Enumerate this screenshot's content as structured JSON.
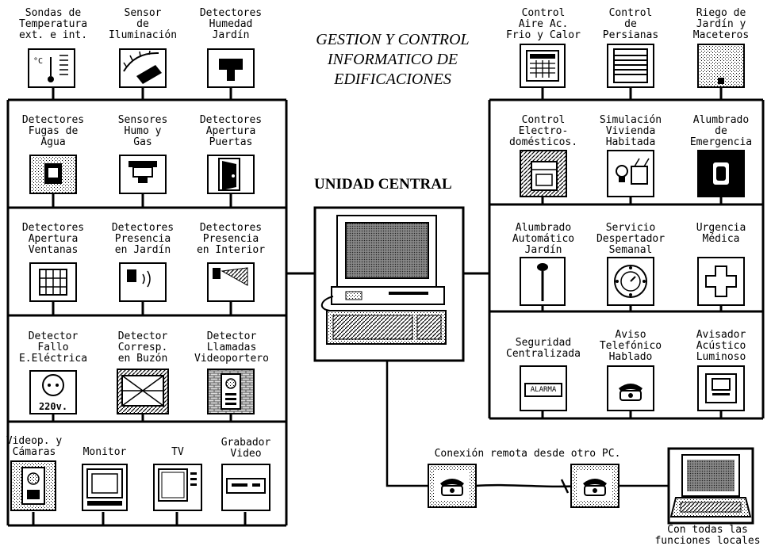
{
  "title": "GESTION Y CONTROL\nINFORMATICO DE\nEDIFICACIONES",
  "central_unit": "UNIDAD CENTRAL",
  "remote": "Conexión remota desde otro PC.",
  "laptop_caption": "Con todas las\nfunciones locales",
  "left": {
    "row1": [
      "Sondas de\nTemperatura\next. e int.",
      "Sensor\nde\nIluminación",
      "Detectores\nHumedad\nJardín"
    ],
    "row2": [
      "Detectores\nFugas de\nAgua",
      "Sensores\nHumo y\nGas",
      "Detectores\nApertura\nPuertas"
    ],
    "row3": [
      "Detectores\nApertura\nVentanas",
      "Detectores\nPresencia\nen Jardín",
      "Detectores\nPresencia\nen Interior"
    ],
    "row4": [
      "Detector\nFallo\nE.Eléctrica",
      "Detector\nCorresp.\nen Buzón",
      "Detector\nLlamadas\nVideoportero"
    ],
    "row5": [
      "Videop. y\nCámaras",
      "Monitor",
      "TV",
      "Grabador\nVideo"
    ]
  },
  "right": {
    "row1": [
      "Control\nAire Ac.\nFrio y Calor",
      "Control\nde\nPersianas",
      "Riego de\nJardín y\nMaceteros"
    ],
    "row2": [
      "Control\nElectro-\ndomésticos.",
      "Simulación\nVivienda\nHabitada",
      "Alumbrado\nde\nEmergencia"
    ],
    "row3": [
      "Alumbrado\nAutomático\nJardín",
      "Servicio\nDespertador\nSemanal",
      "Urgencia\nMédica"
    ],
    "row4": [
      "Seguridad\nCentralizada",
      "Aviso\nTelefónico\nHablado",
      "Avisador\nAcústico\nLuminoso"
    ]
  },
  "socket_text": "220v.",
  "alarm_text": "ALARMA"
}
